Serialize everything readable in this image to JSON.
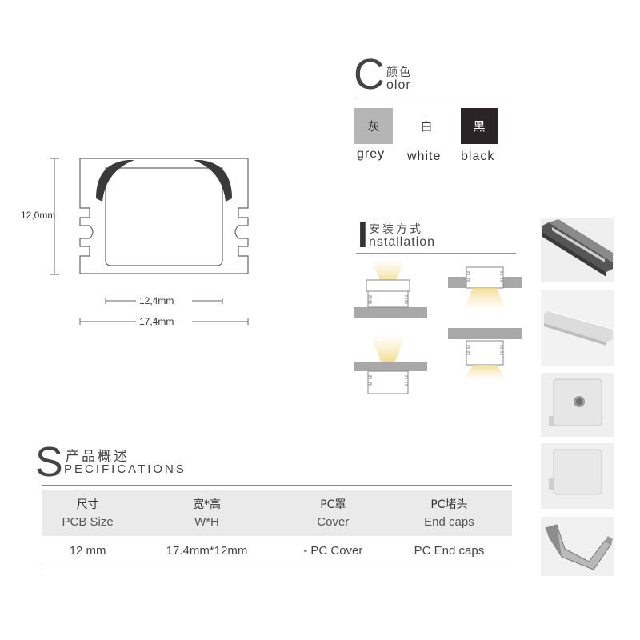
{
  "drawing": {
    "height_label": "12,0mm",
    "inner_width_label": "12,4mm",
    "outer_width_label": "17,4mm"
  },
  "color_section": {
    "letter": "C",
    "title_cn": "颜色",
    "title_rest": "olor",
    "swatches": [
      {
        "cn": "灰",
        "en": "grey",
        "fill": "#b5b5b5",
        "text_color": "#333333"
      },
      {
        "cn": "白",
        "en": "white",
        "fill": "#ffffff",
        "text_color": "#333333"
      },
      {
        "cn": "黑",
        "en": "black",
        "fill": "#2b2325",
        "text_color": "#ffffff"
      }
    ]
  },
  "installation_section": {
    "letter": "I",
    "title_cn": "安装方式",
    "title_rest": "nstallation"
  },
  "spec_section": {
    "letter": "S",
    "title_cn": "产品概述",
    "title_rest": "PECIFICATIONS",
    "columns": [
      {
        "cn": "尺寸",
        "en": "PCB Size",
        "value": "12 mm"
      },
      {
        "cn": "宽*高",
        "en": "W*H",
        "value": "17.4mm*12mm"
      },
      {
        "cn": "PC罩",
        "en": "Cover",
        "value": "- PC Cover"
      },
      {
        "cn": "PC堵头",
        "en": "End caps",
        "value": "PC End caps"
      }
    ]
  },
  "colors": {
    "line": "#777777",
    "header_bg": "#eaeaea",
    "light": "#f5e6a8"
  }
}
